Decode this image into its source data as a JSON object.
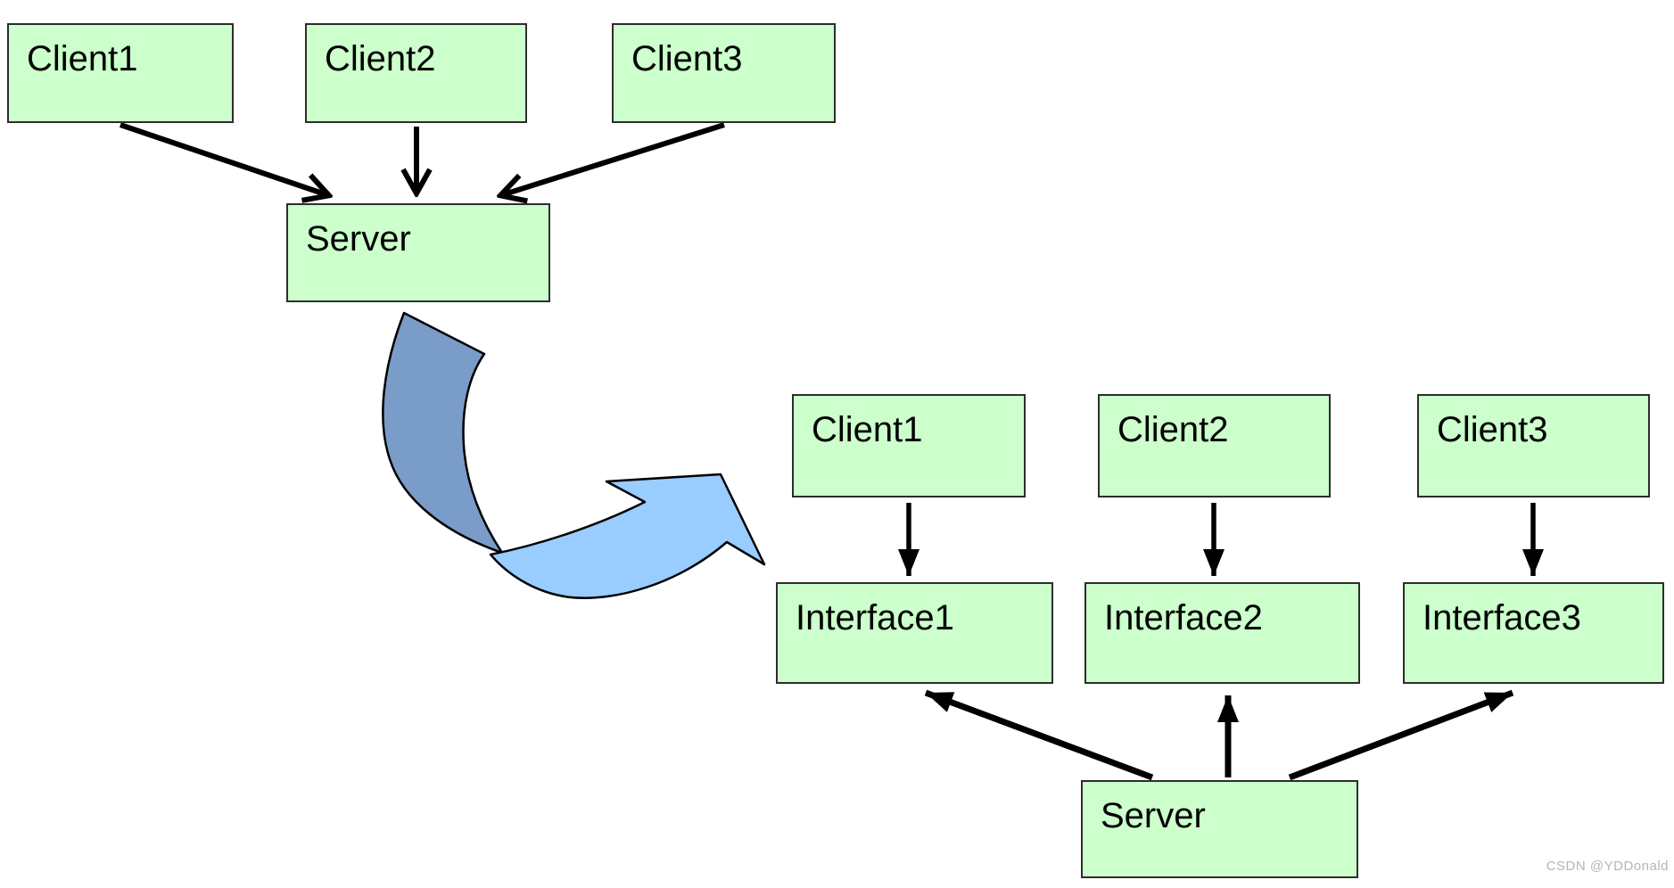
{
  "before": {
    "clients": [
      {
        "label": "Client1"
      },
      {
        "label": "Client2"
      },
      {
        "label": "Client3"
      }
    ],
    "server": {
      "label": "Server"
    },
    "arrows": [
      "Client1 -> Server",
      "Client2 -> Server",
      "Client3 -> Server"
    ]
  },
  "after": {
    "clients": [
      {
        "label": "Client1"
      },
      {
        "label": "Client2"
      },
      {
        "label": "Client3"
      }
    ],
    "interfaces": [
      {
        "label": "Interface1"
      },
      {
        "label": "Interface2"
      },
      {
        "label": "Interface3"
      }
    ],
    "server": {
      "label": "Server"
    },
    "arrows": [
      "Client1 -> Interface1",
      "Client2 -> Interface2",
      "Client3 -> Interface3",
      "Server -> Interface1",
      "Server -> Interface2",
      "Server -> Interface3"
    ]
  },
  "transform_arrow": {
    "meaning": "before-to-after transformation"
  },
  "watermark": {
    "text": "CSDN @YDDonald"
  },
  "colors": {
    "box_fill": "#ccffcc",
    "box_border": "#2d2d2d",
    "arrow": "#000000",
    "swoosh_dark": "#7a9cc8",
    "swoosh_light": "#99ccff",
    "watermark": "#b5b5b5"
  }
}
